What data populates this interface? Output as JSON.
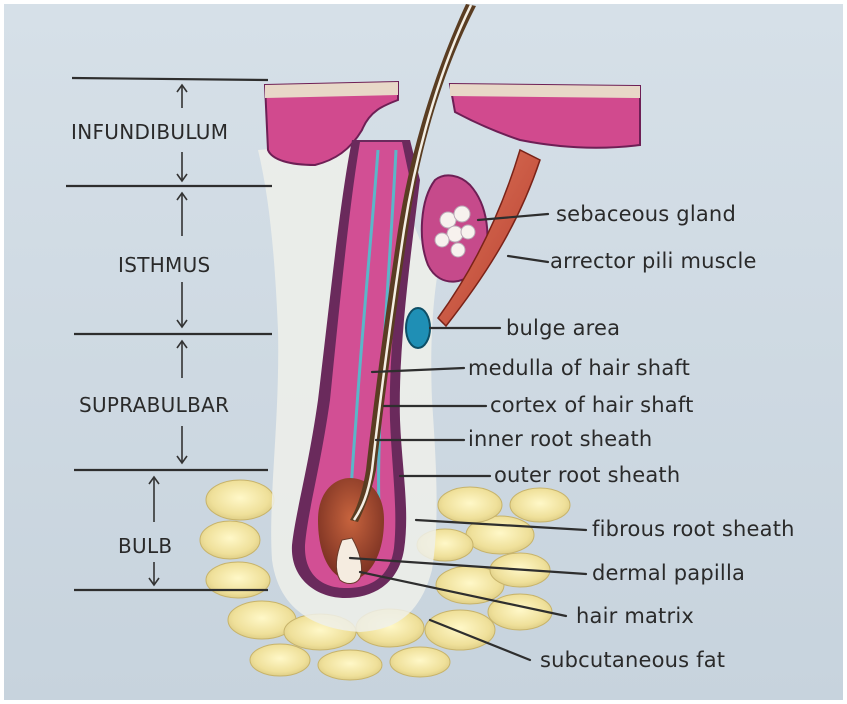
{
  "regions": {
    "infundibulum": "INFUNDIBULUM",
    "isthmus": "ISTHMUS",
    "suprabulbar": "SUPRABULBAR",
    "bulb": "BULB"
  },
  "labels": {
    "sebaceous_gland": "sebaceous gland",
    "arrector_pili_muscle": "arrector pili muscle",
    "bulge_area": "bulge area",
    "medulla": "medulla of hair shaft",
    "cortex": "cortex of hair shaft",
    "inner_root_sheath": "inner root sheath",
    "outer_root_sheath": "outer root sheath",
    "fibrous_root_sheath": "fibrous root sheath",
    "dermal_papilla": "dermal papilla",
    "hair_matrix": "hair matrix",
    "subcutaneous_fat": "subcutaneous fat"
  },
  "colors": {
    "background": "#cfdae3",
    "epidermis": "#d14a8e",
    "follicle_sheath": "#9c2f79",
    "hair_shaft": "#5a3d22",
    "bulge": "#1f8fb5",
    "muscle": "#c8493a",
    "fat": "#f0e29a"
  }
}
